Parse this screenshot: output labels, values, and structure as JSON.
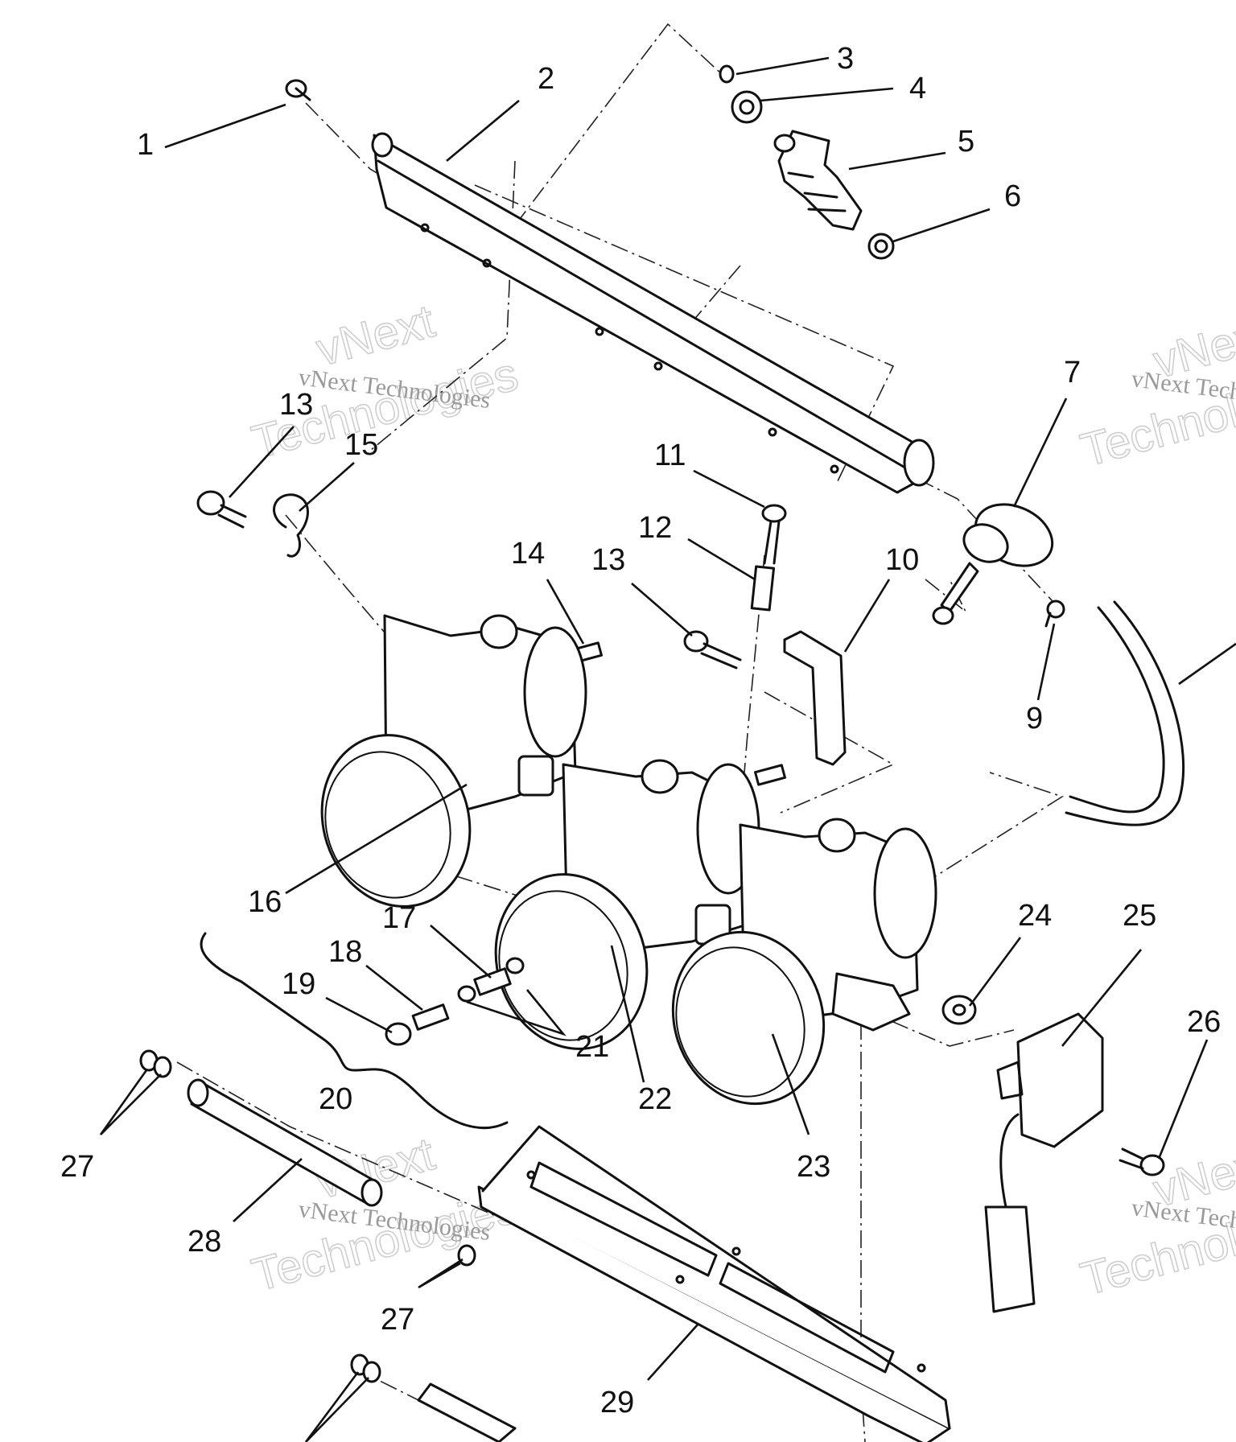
{
  "callouts": [
    {
      "label": "1"
    },
    {
      "label": "2"
    },
    {
      "label": "3"
    },
    {
      "label": "4"
    },
    {
      "label": "5"
    },
    {
      "label": "6"
    },
    {
      "label": "7"
    },
    {
      "label": "9"
    },
    {
      "label": "10"
    },
    {
      "label": "11"
    },
    {
      "label": "12"
    },
    {
      "label": "13"
    },
    {
      "label": "13"
    },
    {
      "label": "14"
    },
    {
      "label": "15"
    },
    {
      "label": "16"
    },
    {
      "label": "17"
    },
    {
      "label": "18"
    },
    {
      "label": "19"
    },
    {
      "label": "20"
    },
    {
      "label": "21"
    },
    {
      "label": "22"
    },
    {
      "label": "23"
    },
    {
      "label": "24"
    },
    {
      "label": "25"
    },
    {
      "label": "26"
    },
    {
      "label": "27"
    },
    {
      "label": "27"
    },
    {
      "label": "28"
    },
    {
      "label": "29"
    }
  ],
  "watermark": {
    "line1": "vNext Technologies",
    "big_top": "vNext",
    "big_bottom": "Technologies"
  }
}
